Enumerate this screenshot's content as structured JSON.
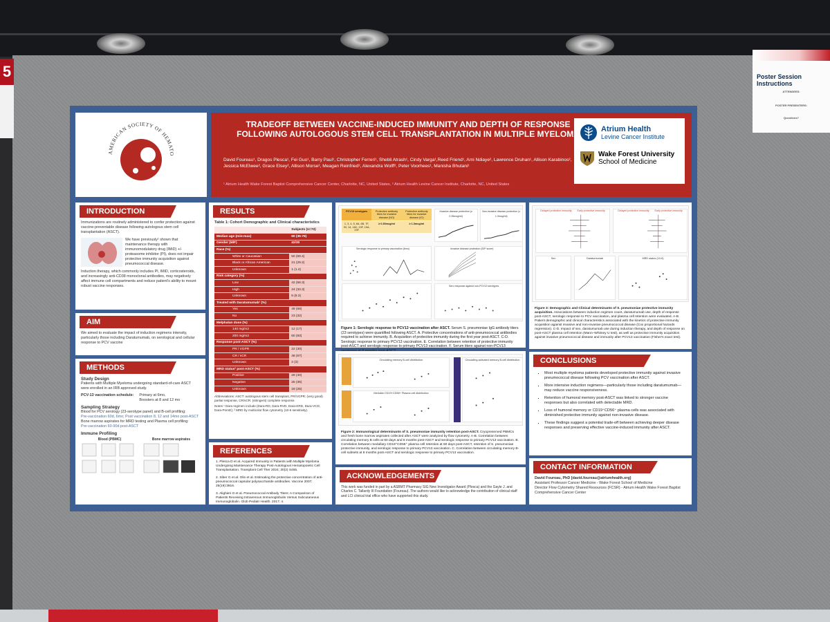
{
  "scene": {
    "left_sign_number": "5",
    "poster_session_panel": {
      "title": "Poster Session Instructions",
      "attendees_label": "ATTENDEES:",
      "presenters_label": "POSTER PRESENTERS:",
      "questions_label": "Questions?"
    }
  },
  "poster": {
    "society_logo_text": "AMERICAN SOCIETY OF HEMATOLOGY",
    "title": "TRADEOFF BETWEEN VACCINE-INDUCED IMMUNITY AND DEPTH OF RESPONSE FOLLOWING AUTOLOGOUS STEM CELL TRANSPLANTATION IN MULTIPLE MYELOMA",
    "authors": "David Foureau¹, Dragos Plesca¹, Fei Guo¹, Barry Paul¹, Christopher Ferreri¹, Shebli Atrash¹, Cindy Varga¹,Reed Friend¹, Ami Ndiaye², Lawrence Druhan¹, Allison Karabinos², Jessica McElwee², Grace Elsey², Allison Morse², Meagan Reinfried², Alexandra Wolff², Peter Voorhees¹, Manisha Bhutani¹",
    "affiliations": "¹ Atrium Health Wake Forest Baptist Comprehensive Cancer Center, Charlotte, NC, United States, ² Atrium Health Levine Cancer Institute, Charlotte, NC, United States",
    "inst1_name": "Atrium Health",
    "inst1_sub": "Levine Cancer Institute",
    "inst2_name": "Wake Forest University",
    "inst2_sub": "School of Medicine",
    "intro": {
      "heading": "INTRODUCTION",
      "p1": "Immunizations are routinely administered to confer protection against vaccine-preventable disease following autologous stem cell transplantation (ASCT).",
      "p2": "We have previously¹ shown that maintenance therapy with immunomodulatory drug (IMiD) +/- proteasome inhibitor (PI), does not impair protective immunity acquisition against pneumococcal disease.",
      "p3": "Induction therapy, which commonly includes PI, IMiD, corticosteroids, and increasingly anti-CD38 monoclonal antibodies, may negatively affect immune cell compartments and reduce patient's ability to mount robust vaccine responses."
    },
    "aim": {
      "heading": "AIM",
      "p1": "We aimed to evaluate the impact of induction regimens intensity, particularly those including Daratumumab, on serological and cellular response to PCV vaccine"
    },
    "methods": {
      "heading": "METHODS",
      "study_design": "Study Design",
      "study_text": "Patients with Multiple Myeloma undergoing standard-of-care ASCT were enrolled in an IRB approved study.",
      "schedule_label": "PCV-13 vaccination schedule:",
      "schedule_1": "Primary at 6mo,",
      "schedule_2": "Boosters at 8 and 12 mo",
      "sampling": "Sampling Strategy",
      "sampling_text": "Blood for PCV serology (23-serotype panel) and B-cell profiling:",
      "sampling_sub": "Pre-vaccination 60d, 6mo; Post vaccination 8, 12 and 14mo post-ASCT",
      "marrow_text": "Bone marrow aspirates for MRD testing and Plasma cell profiling:",
      "marrow_sub": "Pre-vaccination 60-90d post-ASCT",
      "immune": "Immune Profiling",
      "blood_label": "Blood (PBMC)",
      "marrow_label": "Bone marrow aspirates"
    },
    "results": {
      "heading": "RESULTS",
      "table_title": "Table 1: Cohort Demographic and Clinical characteristics",
      "table_header": "Subjects (n=72)",
      "rows": [
        {
          "label": "Median age (min-max)",
          "value": "60 (35-76)",
          "kind": "cat"
        },
        {
          "label": "Gender (M/F)",
          "value": "42/30",
          "kind": "cat"
        },
        {
          "label": "Race (%)",
          "value": "",
          "kind": "cat"
        },
        {
          "label": "White or Caucasian",
          "value": "50 (69.4)",
          "kind": "sub"
        },
        {
          "label": "Black or African American",
          "value": "21 (29.2)",
          "kind": "sub"
        },
        {
          "label": "Unknown",
          "value": "1 (1.4)",
          "kind": "sub"
        },
        {
          "label": "Risk category (%)",
          "value": "",
          "kind": "cat"
        },
        {
          "label": "Low",
          "value": "42 (58.3)",
          "kind": "sub"
        },
        {
          "label": "High",
          "value": "24 (33.3)",
          "kind": "sub"
        },
        {
          "label": "Unknown",
          "value": "6 (8.3)",
          "kind": "sub"
        },
        {
          "label": "Treated with Daratumumab¹ (%)",
          "value": "",
          "kind": "cat"
        },
        {
          "label": "Yes",
          "value": "49 (68)",
          "kind": "sub"
        },
        {
          "label": "No",
          "value": "23 (32)",
          "kind": "sub"
        },
        {
          "label": "Melphalan dose (%)",
          "value": "",
          "kind": "cat"
        },
        {
          "label": "140 mg/m2",
          "value": "12 (17)",
          "kind": "sub"
        },
        {
          "label": "200 mg/m2",
          "value": "60 (83)",
          "kind": "sub"
        },
        {
          "label": "Response post-ASCT (%)",
          "value": "",
          "kind": "cat"
        },
        {
          "label": "PR / VGPR",
          "value": "22 (30)",
          "kind": "sub"
        },
        {
          "label": "CR / sCR",
          "value": "48 (67)",
          "kind": "sub"
        },
        {
          "label": "Unknown",
          "value": "2 (3)",
          "kind": "sub"
        },
        {
          "label": "MRD status² post-ASCT (%)",
          "value": "",
          "kind": "cat"
        },
        {
          "label": "Positive",
          "value": "29 (40)",
          "kind": "sub"
        },
        {
          "label": "Negative",
          "value": "25 (35)",
          "kind": "sub"
        },
        {
          "label": "Unknown",
          "value": "18 (25)",
          "kind": "sub"
        }
      ],
      "abbrev": "Abbreviations: ASCT: autologous stem cell transplant, PR/VGPR: (very good) partial response, CR/sCR: (stringent) complete response.",
      "notes": "Notes ¹ Dara regimen include (Dara-RD, Dara-RVD, Dara-KRD, Dara-VCD, Dara-PomD); ² MRD by multicolor flow cytometry (10-6 sensitivity)."
    },
    "fig1_caption_bold": "Figure 1: Serologic response to PCV13 vaccination after ASCT.",
    "fig1_caption": "Serum S. pneumoniae IgG antibody titers (23 serotypes) were quantified following ASCT. A. Protective concentrations of anti-pneumococcal antibodies required to achieve immunity. B. Acquisition of protective immunity during the first year post-ASCT. C-D. Serologic response to primary PCV13 vaccination. E. Correlation between retention of protective immunity post-ASCT and serologic response to primary PCV13 vaccination. F. Serum titers against non-PCV13 serotypes at 8 months post-ASCT.",
    "fig1_labels": {
      "pcv13": "PCV13 serotypes",
      "protect_inv": "Protective antibody titers for invasive disease (NO)",
      "protect_noninv": "Protective antibody titers for invasive disease (IO)",
      "serotypes": "1, 3, 4, 5, 6A, 6B, 7F, 9V, 14, 18C, 19F, 19A, 23F",
      "v1": "≥ 0.35mcg/ml",
      "v2": "≥ 1.3mcg/ml",
      "b_title1": "Invasive disease protection (≥ 0.35mcg/ml)",
      "b_title2": "Non-invasive disease protection (≥ 1.3mcg/ml)",
      "c_title": "Serologic response to primary vaccination (6mo)",
      "d_title": "Invasive disease protection (IDP score)",
      "f_title": "Sero response against non-PCV13 serotypes"
    },
    "fig2_caption_bold": "Figure 2: Immunological determinants of S. pneumoniae immunity retention post-ASCT.",
    "fig2_caption": "Cryopreserved PBMCs and fresh bone marrow aspirates collected after ASCT were analyzed by flow cytometry. A-B. Correlation between circulating memory B cells at 60 days and 6 months post-ASCT and serologic response to primary PCV13 vaccination. B. Correlation between medullary CD19⁺CD56⁺ plasma cell retention at 60 days post-ASCT, retention of S. pneumoniae protective immunity, and serologic response to primary PCV13 vaccination. C. Correlation between circulating memory B-cell subsets at 8 months post-ASCT and serologic response to primary PCV13 vaccination.",
    "fig2_labels": {
      "mbc": "Circulating memory B-cell distribution",
      "pc": "Medullar CD19+CD56+ Plasma cell distribution",
      "amb": "Circulating activated memory B-cell distribution"
    },
    "fig3_caption_bold": "Figure 3: Demographic and Clinical determinants of S. pneumoniae protective immunity acquisition.",
    "fig3_caption": "Associations between induction regimen count, daratumumab use, depth of response post-ASCT, serologic response to PCV vaccination, and plasma cell retention were evaluated. A-B. Patient demographic and clinical characteristics associated with the kinetics of protective immunity acquisition against invasive and non-invasive pneumococcal disease (Cox proportional hazards regression). C-D. Impact of sex, daratumumab use during induction therapy, and depth of response on post-ASCT plasma cell retention (Mann–Whitney U test), as well as protective immunity acquisition against invasive pneumococcal disease and immunity after PCV13 vaccination (Fisher's exact test).",
    "fig3_labels": {
      "delayed": "Delayed protective immunity",
      "early": "Early protective immunity",
      "sex": "Sex",
      "dara": "Daratumumab",
      "mrd": "MRD status (10-6)"
    },
    "conclusions": {
      "heading": "CONCLUSIONS",
      "items": [
        "Most multiple myeloma patients developed protective immunity against invasive pneumococcal disease following PCV vaccination after ASCT.",
        "More intensive induction regimens—particularly those including daratumumab—may reduce vaccine responsiveness.",
        "Retention of humoral memory post-ASCT was linked to stronger vaccine responses but also correlated with detectable MRD.",
        "Loss of humoral memory or CD19⁺CD56⁺ plasma cells was associated with diminished protective immunity against non-invasive disease.",
        "These findings suggest a potential trade-off between achieving deeper disease responses and preserving effective vaccine-induced immunity after ASCT."
      ]
    },
    "references": {
      "heading": "REFERENCES",
      "items": [
        "1. Plesca D et al. Acquired Immunity in Patients with Multiple Myeloma Undergoing Maintenance Therapy Post-Autologous Hematopoietic Cell Transplantation. Transplant Cell Ther 2024; 30(2) S455.",
        "2. Siber G et al. Olin et al. Estimating the protective concentration of anti-pneumococcal capsular polysaccharide antibodies. Vaccine 2007; 25(19):3816.",
        "3. Alighieri O et al. Pneumococcal Antibody Titers: A Comparison of Patients Receiving Intravenous Immunoglobulin Versus Subcutaneous Immunoglobulin. Glob Pediatr Health. 2017; 4."
      ]
    },
    "ack": {
      "heading": "ACKNOWLEDGEMENTS",
      "text": "This work was funded in part by a ASBMT Pharmacy SIG New Investigator Award (Plesca) and the Gayle J. and Charles C. Tallardy III Foundation (Foureau). The authors would like to acknowledge the contribution of clinical staff and LCI clinical trial office who have supported this study."
    },
    "contact": {
      "heading": "CONTACT INFORMATION",
      "name": "David Foureau, PhD [david.foureau@atriumhealth.org]",
      "role": "Assistant Professor Cancer Medicine - Wake Forest School of Medicine",
      "dept": "Director Flow Cytometry Shared Resources (FCSR) - Atrium Health Wake Forest Baptist Comprehensive Cancer Center"
    }
  }
}
